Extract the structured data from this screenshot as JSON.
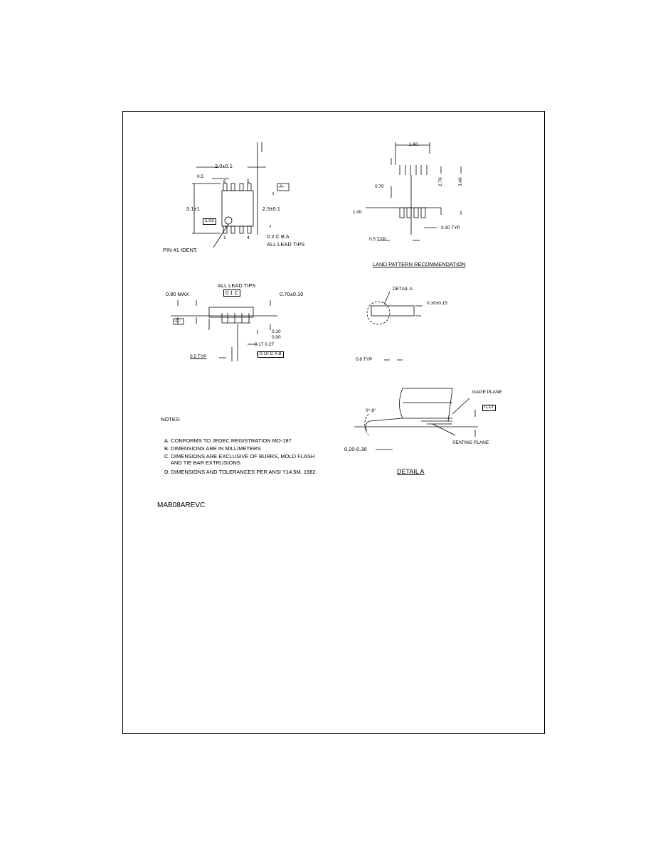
{
  "top_view": {
    "width_dim": "2.0±0.1",
    "pitch_dim": "0.5",
    "length_dim": "3.1±1",
    "body_dim": "2.3±0.1",
    "pin_box": "1.03",
    "datum_a": "-A-",
    "tolerance": "0.2 C B A",
    "lead_tips": "ALL LEAD TIPS",
    "pin_ident": "PIN #1 IDENT."
  },
  "land_pattern": {
    "dim_top": "1.60",
    "dim_a": "0.70",
    "dim_b": "2.70",
    "dim_c": "3.40",
    "dim_d": "1.00",
    "pad_w": "0.30 TYP",
    "pitch": "0.5 TYP",
    "title": "LAND PATTERN RECOMMENDATION"
  },
  "side_view": {
    "lead_tips": "ALL LEAD TIPS",
    "coplanarity": "0.1 C",
    "max_height": "0.90 MAX",
    "lead_len": "0.70±0.10",
    "datum_c": "-C-",
    "standoff_top": "0.10",
    "standoff_bot": "0.00",
    "lead_w": "0.17 0.27",
    "pos_tol": "0.10 C A B",
    "pitch": "0.5 TYP"
  },
  "detail_ref": {
    "label": "DETAIL A",
    "thk": "0.10±0.15",
    "angle": "0.8 TYP"
  },
  "detail_a": {
    "gage_plane": "GAGE PLANE",
    "gage_dim": "0.12",
    "angle": "0°-8°",
    "seating_plane": "SEATING PLANE",
    "foot_dim": "0.20-0.30",
    "title": "DETAIL A"
  },
  "notes": {
    "heading": "NOTES:",
    "a": "A. CONFORMS TO JEDEC REGISTRATION MO-187",
    "b": "B. DIMENSIONS ARE IN MILLIMETERS",
    "c1": "C. DIMENSIONS ARE EXCLUSIVE OF BURRS, MOLD FLASH",
    "c2": "AND TIE BAR EXTRUSIONS.",
    "d": "D. DIMENSIONS AND TOLERANCES PER ANSI Y14.5M, 1982."
  },
  "drawing_id": "MAB08AREVC"
}
